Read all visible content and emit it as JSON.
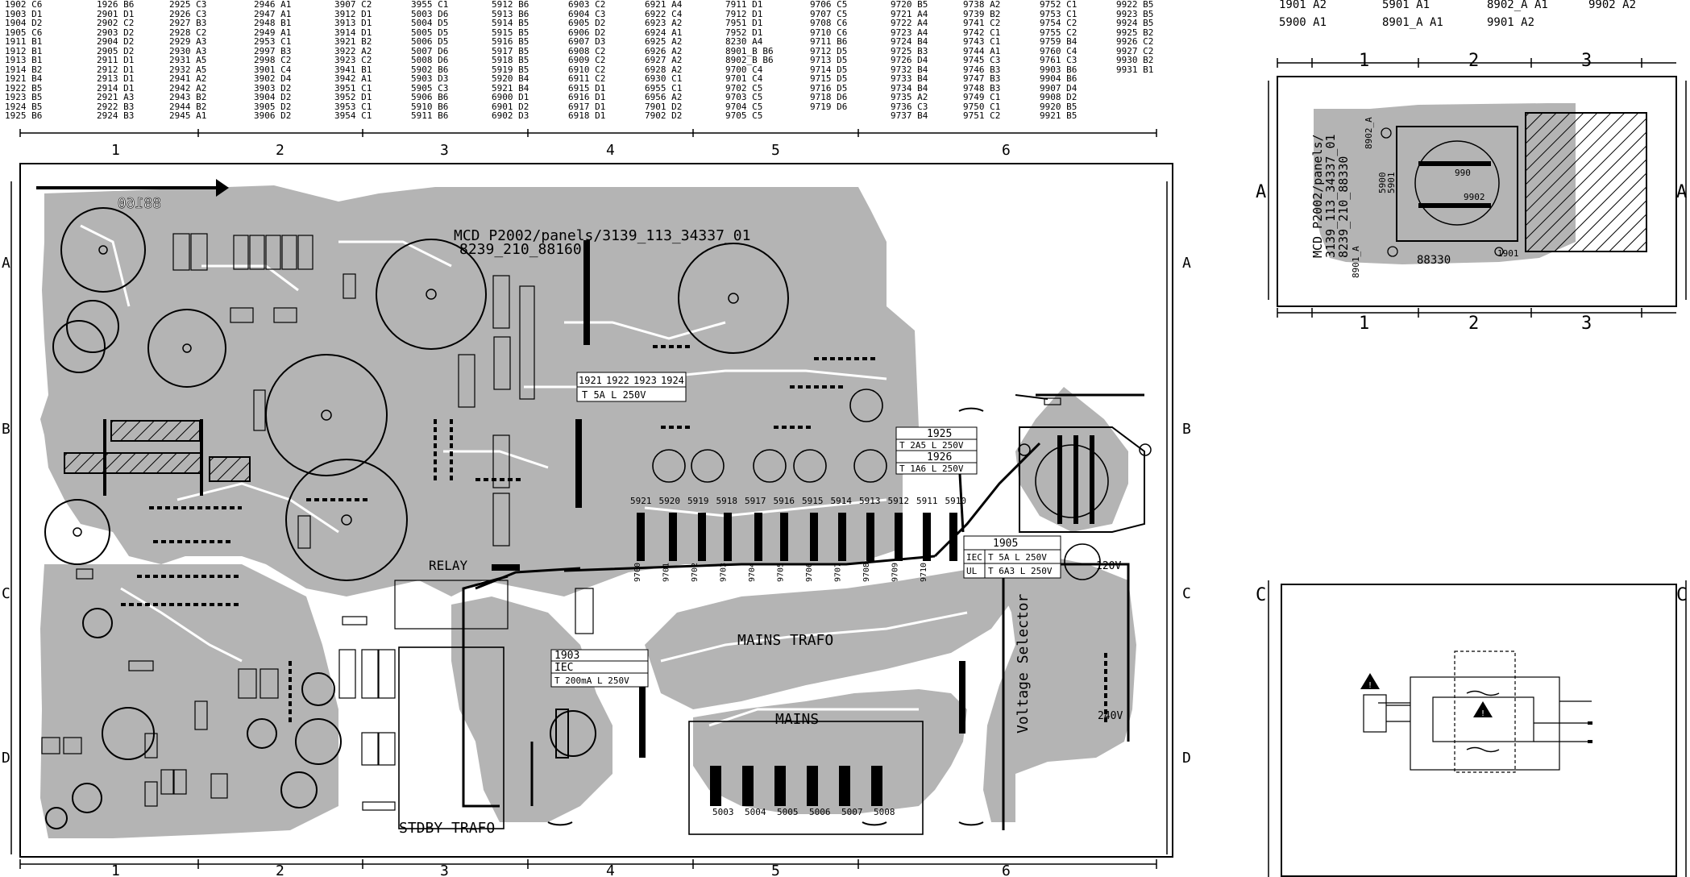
{
  "ref_table": {
    "columns": [
      [
        "1902 C6",
        "1903 D1",
        "1904 D2",
        "1905 C6",
        "1911 B1",
        "1912 B1",
        "1913 B1",
        "1914 B2",
        "1921 B4",
        "1922 B5",
        "1923 B5",
        "1924 B5",
        "1925 B6"
      ],
      [
        "1926 B6",
        "2901 D1",
        "2902 C2",
        "2903 D2",
        "2904 D2",
        "2905 D2",
        "2911 D1",
        "2912 D1",
        "2913 D1",
        "2914 D1",
        "2921 A3",
        "2922 B3",
        "2924 B3"
      ],
      [
        "2925 C3",
        "2926 C3",
        "2927 B3",
        "2928 C2",
        "2929 A3",
        "2930 A3",
        "2931 A5",
        "2932 A5",
        "2941 A2",
        "2942 A2",
        "2943 B2",
        "2944 B2",
        "2945 A1"
      ],
      [
        "2946 A1",
        "2947 A1",
        "2948 B1",
        "2949 A1",
        "2953 C1",
        "2997 B3",
        "2998 C2",
        "3901 C4",
        "3902 D4",
        "3903 D2",
        "3904 D2",
        "3905 D2",
        "3906 D2"
      ],
      [
        "3907 C2",
        "3912 D1",
        "3913 D1",
        "3914 D1",
        "3921 B2",
        "3922 A2",
        "3923 C2",
        "3941 B1",
        "3942 A1",
        "3951 C1",
        "3952 D1",
        "3953 C1",
        "3954 C1"
      ],
      [
        "3955 C1",
        "5003 D6",
        "5004 D5",
        "5005 D5",
        "5006 D5",
        "5007 D6",
        "5008 D6",
        "5902 B6",
        "5903 D3",
        "5905 C3",
        "5906 B6",
        "5910 B6",
        "5911 B6"
      ],
      [
        "5912 B6",
        "5913 B6",
        "5914 B5",
        "5915 B5",
        "5916 B5",
        "5917 B5",
        "5918 B5",
        "5919 B5",
        "5920 B4",
        "5921 B4",
        "6900 D1",
        "6901 D2",
        "6902 D3"
      ],
      [
        "6903 C2",
        "6904 C3",
        "6905 D2",
        "6906 D2",
        "6907 D3",
        "6908 C2",
        "6909 C2",
        "6910 C2",
        "6911 C2",
        "6915 D1",
        "6916 D1",
        "6917 D1",
        "6918 D1"
      ],
      [
        "6921 A4",
        "6922 C4",
        "6923 A2",
        "6924 A1",
        "6925 A2",
        "6926 A2",
        "6927 A2",
        "6928 A2",
        "6930 C1",
        "6955 C1",
        "6956 A2",
        "7901 D2",
        "7902 D2"
      ],
      [
        "7911 D1",
        "7912 D1",
        "7951 D1",
        "7952 D1",
        "8230 A4",
        "8901_B B6",
        "8902_B B6",
        "9700 C4",
        "9701 C4",
        "9702 C5",
        "9703 C5",
        "9704 C5",
        "9705 C5"
      ],
      [
        "9706 C5",
        "9707 C5",
        "9708 C6",
        "9710 C6",
        "9711 B6",
        "9712 D5",
        "9713 D5",
        "9714 D5",
        "9715 D5",
        "9716 D5",
        "9718 D6",
        "9719 D6"
      ],
      [
        "9720 B5",
        "9721 A4",
        "9722 A4",
        "9723 A4",
        "9724 B4",
        "9725 B3",
        "9726 D4",
        "9732 B4",
        "9733 B4",
        "9734 B4",
        "9735 A2",
        "9736 C3",
        "9737 B4"
      ],
      [
        "9738 A2",
        "9739 B2",
        "9741 C2",
        "9742 C1",
        "9743 C1",
        "9744 A1",
        "9745 C3",
        "9746 B3",
        "9747 B3",
        "9748 B3",
        "9749 C1",
        "9750 C1",
        "9751 C2"
      ],
      [
        "9752 C1",
        "9753 C1",
        "9754 C2",
        "9755 C2",
        "9759 B4",
        "9760 C4",
        "9761 C3",
        "9903 B6",
        "9904 B6",
        "9907 D4",
        "9908 D2",
        "9920 B5",
        "9921 B5"
      ],
      [
        "9922 B5",
        "9923 B5",
        "9924 B5",
        "9925 B2",
        "9926 C2",
        "9927 C2",
        "9930 B2",
        "9931 B1"
      ]
    ]
  },
  "small_ref": {
    "rows": [
      [
        "1901 A2",
        "5901 A1",
        "8902_A A1",
        "9902 A2"
      ],
      [
        "5900 A1",
        "8901_A A1",
        "9901 A2"
      ]
    ]
  },
  "main": {
    "col_labels": [
      "1",
      "2",
      "3",
      "4",
      "5",
      "6"
    ],
    "row_labels": [
      "A",
      "B",
      "C",
      "D"
    ],
    "board_title_1": "MCD P2002/panels/3139_113_34337_01",
    "board_title_2": "8239_210_88160",
    "mirror_code": "88160",
    "labels": {
      "relay": "RELAY",
      "mains_trafo": "MAINS TRAFO",
      "mains": "MAINS",
      "stdby_trafo": "STDBY TRAFO",
      "voltage_selector": "Voltage Selector",
      "v120": "120V",
      "v240": "240V",
      "fuse_1905": "1905",
      "fuse_1905_iec": "IEC",
      "fuse_1905_ul": "UL",
      "fuse_1905_iec_rating": "T 5A L 250V",
      "fuse_1905_ul_rating": "T 6A3 L 250V",
      "fuse_1903": "1903",
      "fuse_1903_iec": "IEC",
      "fuse_1903_rating": "T 200mA L 250V",
      "fuse_1921_group": [
        "1921",
        "1922",
        "1923",
        "1924"
      ],
      "fuse_1921_rating": "T 5A L 250V",
      "fuse_1925": "1925",
      "fuse_1925_rating": "T 2A5 L 250V",
      "fuse_1926": "1926",
      "fuse_1926_rating": "T 1A6 L 250V"
    },
    "trafo_pins": [
      "5003",
      "5004",
      "5005",
      "5006",
      "5007",
      "5008"
    ],
    "bottom_pads": [
      "5921",
      "5920",
      "5919",
      "5918",
      "5917",
      "5916",
      "5915",
      "5914",
      "5913",
      "5912",
      "5911",
      "5910"
    ],
    "jumpers": [
      "9700",
      "9701",
      "9702",
      "9703",
      "9704",
      "9705",
      "9706",
      "9707",
      "9708",
      "9709",
      "9710"
    ]
  },
  "panel_top": {
    "col_labels": [
      "1",
      "2",
      "3"
    ],
    "row_labels": [
      "A"
    ],
    "title_lines": [
      "MCD P2002/panels/",
      "3139_113_34337_01",
      "8239_210_88330"
    ],
    "mirror_code": "88330",
    "parts": [
      "8902_A",
      "8901_A",
      "5900",
      "5901",
      "990",
      "9902",
      "1901"
    ]
  },
  "panel_bottom": {
    "row_labels": [
      "C"
    ]
  }
}
